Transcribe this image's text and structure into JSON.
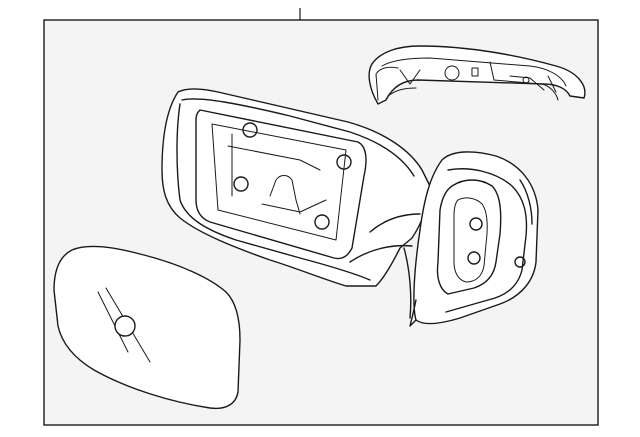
{
  "diagram": {
    "background_color": "#f4f4f4",
    "frame_color": "#1a1a1a",
    "parts": [
      {
        "name": "mirror-cover-cap"
      },
      {
        "name": "mirror-housing-assembly"
      },
      {
        "name": "mirror-base-mount"
      },
      {
        "name": "mirror-glass"
      }
    ]
  }
}
